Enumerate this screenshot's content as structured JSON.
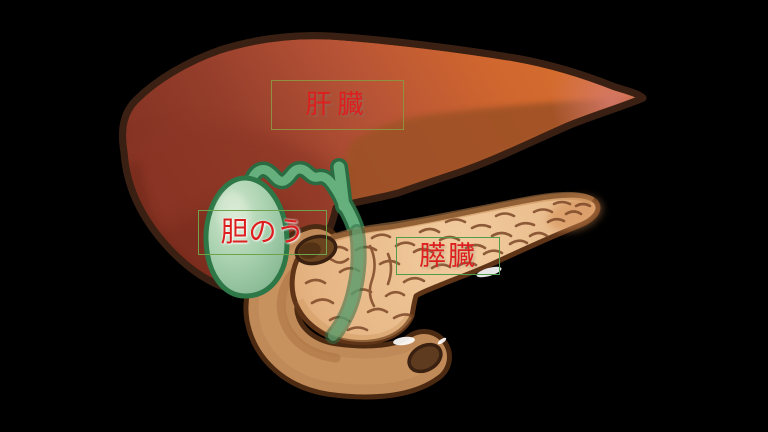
{
  "diagram": {
    "title": "liver-gallbladder-pancreas anatomy diagram",
    "background": "#000000",
    "label_text_color": "#dd1f1f",
    "labels": {
      "liver": {
        "text": "肝臓",
        "color": "#dd1f1f",
        "box_border": "#8f9140"
      },
      "gallbladder": {
        "text": "胆のう",
        "color": "#dd1f1f",
        "box_border": "#6fa24b"
      },
      "pancreas": {
        "text": "膵臓",
        "color": "#dd1f1f",
        "box_border": "#4f9d4b"
      }
    },
    "organs": {
      "liver": {
        "label_ja": "肝臓",
        "fill_main": "#b65336",
        "fill_dark": "#7b2d1e",
        "fill_light": "#d8722e",
        "tip_highlight": "#d4786a",
        "outline": "#3a2013"
      },
      "gallbladder": {
        "label_ja": "胆のう",
        "fill": "#abd3b1",
        "fill_light": "#d3e7cf",
        "outline": "#2e7747"
      },
      "bile_duct": {
        "fill": "#65b07c",
        "outline": "#2a6b42"
      },
      "duodenum": {
        "fill": "#c08a58",
        "outline": "#4c2a12",
        "opening_fill": "#5e3a1f"
      },
      "pancreas": {
        "label_ja": "膵臓",
        "fill": "#e9bb8e",
        "fill_light": "#f2cda0",
        "outline": "#5f3417",
        "texture": "#7d4828"
      }
    }
  }
}
